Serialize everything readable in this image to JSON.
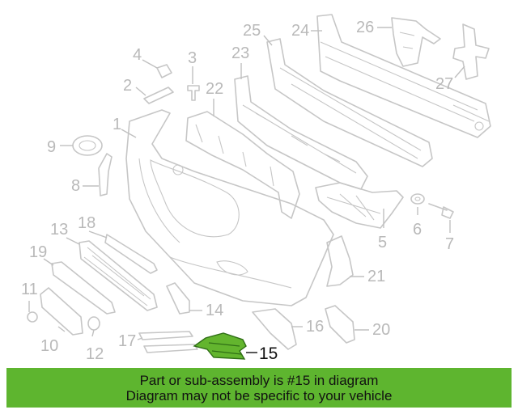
{
  "callouts": [
    "1",
    "2",
    "3",
    "4",
    "5",
    "6",
    "7",
    "8",
    "9",
    "10",
    "11",
    "12",
    "13",
    "14",
    "16",
    "17",
    "18",
    "19",
    "20",
    "21",
    "22",
    "23",
    "24",
    "25",
    "26",
    "27"
  ],
  "highlight": {
    "callout": "15",
    "color": "#63b52e"
  },
  "banner": {
    "line1": "Part or sub-assembly is #15 in diagram",
    "line2": "Diagram may not be specific to your vehicle",
    "color": "#5eb52f"
  }
}
